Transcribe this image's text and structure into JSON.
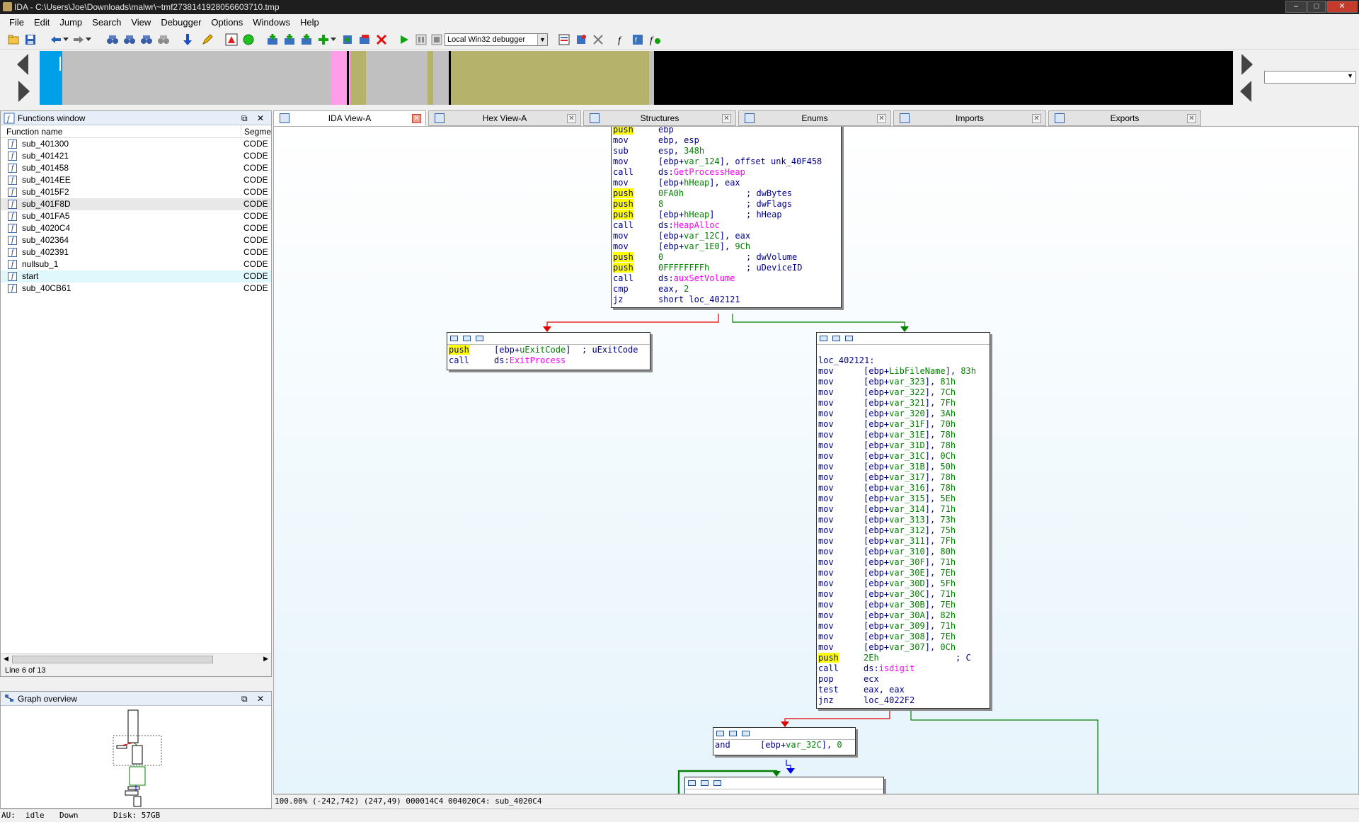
{
  "window": {
    "title": "IDA - C:\\Users\\Joe\\Downloads\\malwr\\~tmf2738141928056603710.tmp"
  },
  "menu": [
    "File",
    "Edit",
    "Jump",
    "Search",
    "View",
    "Debugger",
    "Options",
    "Windows",
    "Help"
  ],
  "toolbar": {
    "debugger_select": "Local Win32 debugger"
  },
  "functions_window": {
    "title": "Functions window",
    "col_name": "Function name",
    "col_segment": "Segmen",
    "rows": [
      {
        "name": "sub_401300",
        "seg": "CODE"
      },
      {
        "name": "sub_401421",
        "seg": "CODE"
      },
      {
        "name": "sub_401458",
        "seg": "CODE"
      },
      {
        "name": "sub_4014EE",
        "seg": "CODE"
      },
      {
        "name": "sub_4015F2",
        "seg": "CODE"
      },
      {
        "name": "sub_401F8D",
        "seg": "CODE"
      },
      {
        "name": "sub_401FA5",
        "seg": "CODE"
      },
      {
        "name": "sub_4020C4",
        "seg": "CODE"
      },
      {
        "name": "sub_402364",
        "seg": "CODE"
      },
      {
        "name": "sub_402391",
        "seg": "CODE"
      },
      {
        "name": "nullsub_1",
        "seg": "CODE"
      },
      {
        "name": "start",
        "seg": "CODE"
      },
      {
        "name": "sub_40CB61",
        "seg": "CODE"
      }
    ],
    "line_status": "Line 6 of 13"
  },
  "graph_overview": {
    "title": "Graph overview"
  },
  "tabs": [
    {
      "label": "IDA View-A",
      "active": true
    },
    {
      "label": "Hex View-A",
      "active": false
    },
    {
      "label": "Structures",
      "active": false
    },
    {
      "label": "Enums",
      "active": false
    },
    {
      "label": "Imports",
      "active": false
    },
    {
      "label": "Exports",
      "active": false
    }
  ],
  "blocks": {
    "main": [
      {
        "m": "push",
        "o": "ebp",
        "hl": true
      },
      {
        "m": "mov",
        "o": "ebp, esp"
      },
      {
        "m": "sub",
        "o": "esp, 348h"
      },
      {
        "m": "mov",
        "o": "[ebp+var_124], offset unk_40F458"
      },
      {
        "m": "call",
        "o": "ds:GetProcessHeap"
      },
      {
        "m": "mov",
        "o": "[ebp+hHeap], eax"
      },
      {
        "m": "push",
        "o": "0FA0h",
        "c": "; dwBytes",
        "hl": true
      },
      {
        "m": "push",
        "o": "8",
        "c": "; dwFlags",
        "hl": true
      },
      {
        "m": "push",
        "o": "[ebp+hHeap]",
        "c": "; hHeap",
        "hl": true
      },
      {
        "m": "call",
        "o": "ds:HeapAlloc"
      },
      {
        "m": "mov",
        "o": "[ebp+var_12C], eax"
      },
      {
        "m": "mov",
        "o": "[ebp+var_1E0], 9Ch"
      },
      {
        "m": "push",
        "o": "0",
        "c": "; dwVolume",
        "hl": true
      },
      {
        "m": "push",
        "o": "0FFFFFFFFh",
        "c": "; uDeviceID",
        "hl": true
      },
      {
        "m": "call",
        "o": "ds:auxSetVolume"
      },
      {
        "m": "cmp",
        "o": "eax, 2"
      },
      {
        "m": "jz",
        "o": "short loc_402121"
      }
    ],
    "exit": [
      {
        "m": "push",
        "o": "[ebp+uExitCode]",
        "c": "; uExitCode",
        "hl": true
      },
      {
        "m": "call",
        "o": "ds:ExitProcess"
      }
    ],
    "loc_label": "loc_402121:",
    "loc": [
      {
        "m": "mov",
        "o": "[ebp+LibFileName], 83h"
      },
      {
        "m": "mov",
        "o": "[ebp+var_323], 81h"
      },
      {
        "m": "mov",
        "o": "[ebp+var_322], 7Ch"
      },
      {
        "m": "mov",
        "o": "[ebp+var_321], 7Fh"
      },
      {
        "m": "mov",
        "o": "[ebp+var_320], 3Ah"
      },
      {
        "m": "mov",
        "o": "[ebp+var_31F], 70h"
      },
      {
        "m": "mov",
        "o": "[ebp+var_31E], 78h"
      },
      {
        "m": "mov",
        "o": "[ebp+var_31D], 78h"
      },
      {
        "m": "mov",
        "o": "[ebp+var_31C], 0Ch"
      },
      {
        "m": "mov",
        "o": "[ebp+var_31B], 50h"
      },
      {
        "m": "mov",
        "o": "[ebp+var_317], 78h"
      },
      {
        "m": "mov",
        "o": "[ebp+var_316], 78h"
      },
      {
        "m": "mov",
        "o": "[ebp+var_315], 5Eh"
      },
      {
        "m": "mov",
        "o": "[ebp+var_314], 71h"
      },
      {
        "m": "mov",
        "o": "[ebp+var_313], 73h"
      },
      {
        "m": "mov",
        "o": "[ebp+var_312], 75h"
      },
      {
        "m": "mov",
        "o": "[ebp+var_311], 7Fh"
      },
      {
        "m": "mov",
        "o": "[ebp+var_310], 80h"
      },
      {
        "m": "mov",
        "o": "[ebp+var_30F], 71h"
      },
      {
        "m": "mov",
        "o": "[ebp+var_30E], 7Eh"
      },
      {
        "m": "mov",
        "o": "[ebp+var_30D], 5Fh"
      },
      {
        "m": "mov",
        "o": "[ebp+var_30C], 71h"
      },
      {
        "m": "mov",
        "o": "[ebp+var_30B], 7Eh"
      },
      {
        "m": "mov",
        "o": "[ebp+var_30A], 82h"
      },
      {
        "m": "mov",
        "o": "[ebp+var_309], 71h"
      },
      {
        "m": "mov",
        "o": "[ebp+var_308], 7Eh"
      },
      {
        "m": "mov",
        "o": "[ebp+var_307], 0Ch"
      },
      {
        "m": "push",
        "o": "2Eh",
        "c": "; C",
        "hl": true
      },
      {
        "m": "call",
        "o": "ds:isdigit"
      },
      {
        "m": "pop",
        "o": "ecx"
      },
      {
        "m": "test",
        "o": "eax, eax"
      },
      {
        "m": "jnz",
        "o": "loc_4022F2"
      }
    ],
    "and": [
      {
        "m": "and",
        "o": "[ebp+var_32C], 0"
      }
    ]
  },
  "graph_status": "100.00% (-242,742) (247,49) 000014C4 004020C4: sub_4020C4",
  "bottom": {
    "au": "AU:",
    "state": "idle",
    "dir": "Down",
    "disk": "Disk: 57GB"
  },
  "colors": {
    "accent": "#1a5fb4",
    "nav_code": "#b5b36b",
    "nav_gray": "#c0c0c0",
    "nav_blue": "#00a0e8",
    "nav_pink": "#ff9ee8",
    "edge_red": "#e00000",
    "edge_green": "#008000",
    "edge_blue": "#0000e0"
  }
}
